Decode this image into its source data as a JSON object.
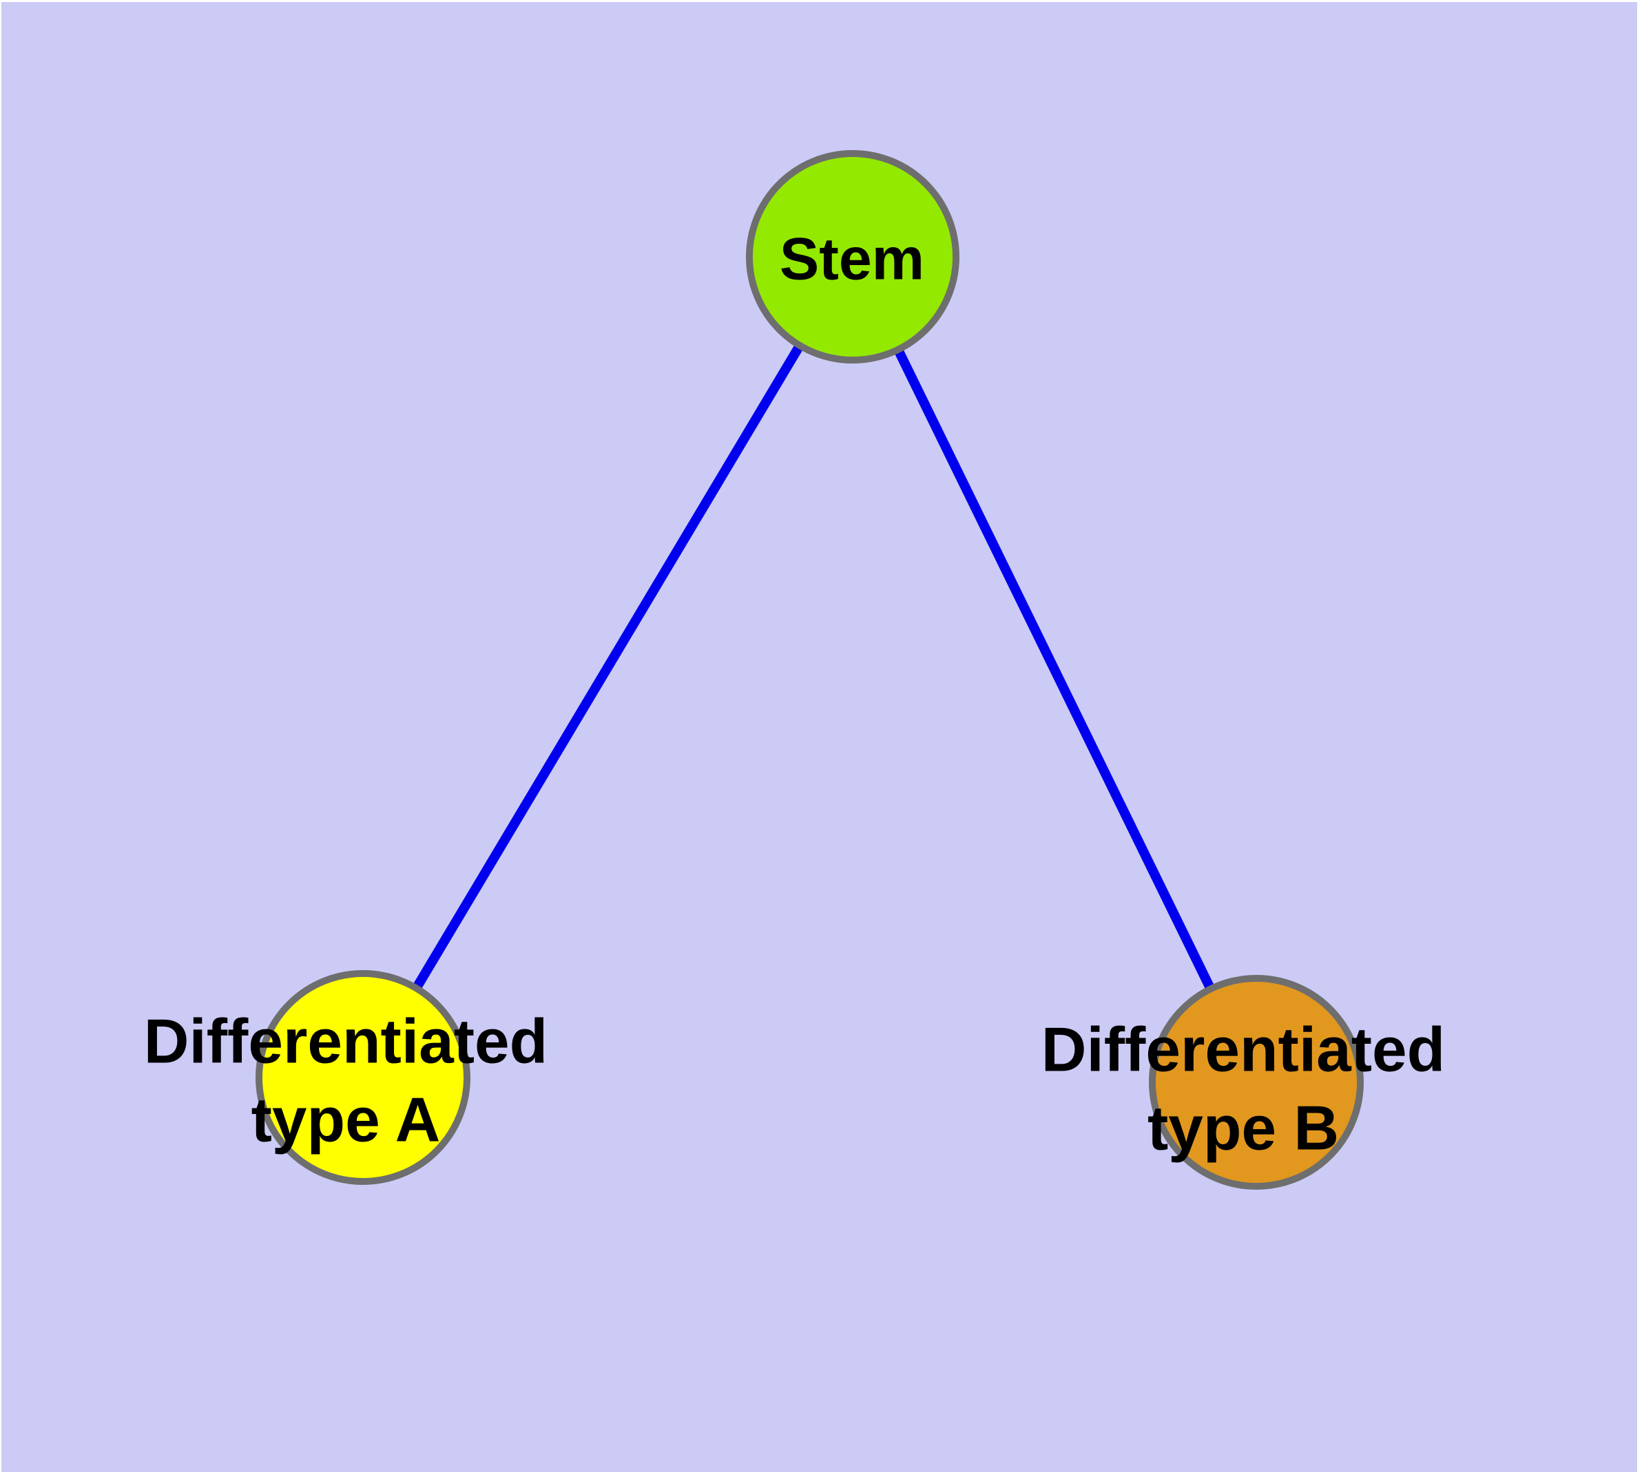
{
  "diagram": {
    "background_color": "#CBCBF6",
    "margin_color": "#FFFFFF",
    "edge_color": "#0000EE",
    "node_border_color": "#6E6E6E",
    "nodes": {
      "stem": {
        "label": "Stem",
        "fill": "#94E900"
      },
      "type_a": {
        "label": "Differentiated\ntype A",
        "fill": "#FFFF00"
      },
      "type_b": {
        "label": "Differentiated\ntype B",
        "fill": "#E2981E"
      }
    },
    "edges": [
      {
        "from": "stem",
        "to": "type_a"
      },
      {
        "from": "stem",
        "to": "type_b"
      }
    ]
  }
}
